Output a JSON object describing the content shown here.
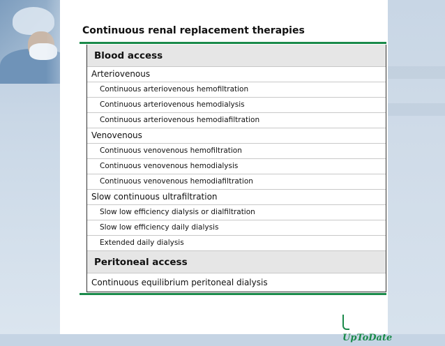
{
  "slide": {
    "title": "Continuous renal replacement therapies"
  },
  "table": {
    "sections": [
      {
        "header": "Blood access",
        "groups": [
          {
            "label": "Arteriovenous",
            "items": [
              "Continuous arteriovenous hemofiltration",
              "Continuous arteriovenous hemodialysis",
              "Continuous arteriovenous hemodiafiltration"
            ]
          },
          {
            "label": "Venovenous",
            "items": [
              "Continuous venovenous hemofiltration",
              "Continuous venovenous hemodialysis",
              "Continuous venovenous hemodiafiltration"
            ]
          },
          {
            "label": "Slow continuous ultrafiltration",
            "items": [
              "Slow low efficiency dialysis or dialfiltration",
              "Slow low efficiency daily dialysis",
              "Extended daily dialysis"
            ]
          }
        ]
      },
      {
        "header": "Peritoneal access",
        "groups": [
          {
            "label": "Continuous equilibrium peritoneal dialysis",
            "items": []
          }
        ]
      }
    ]
  },
  "logo": {
    "text": "UpToDate",
    "icon": "uptodate-logo-icon"
  },
  "colors": {
    "accent_green": "#1a8a4a",
    "header_bg": "#e6e6e6",
    "background_blue": "#c5d4e4"
  }
}
